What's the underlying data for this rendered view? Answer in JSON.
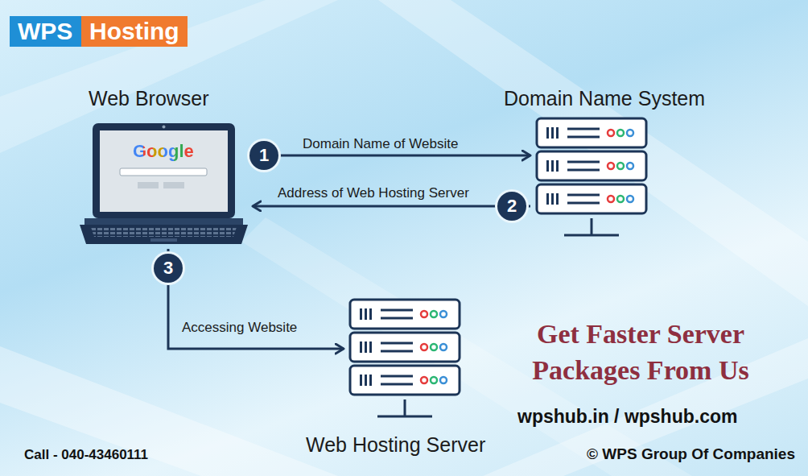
{
  "diagram": {
    "nodes": [
      {
        "text": [
          "WPS"
        ]
      },
      {
        "text": [
          "Hosting"
        ]
      },
      {
        "text": [
          "Web Browser",
          "Google"
        ]
      },
      {
        "text": [
          "Domain Name System"
        ]
      },
      {
        "text": [
          "Web Hosting Server"
        ]
      }
    ],
    "edges": [
      {
        "from": 2,
        "to": 3,
        "label": "Domain Name of Website",
        "arrow": "to"
      },
      {
        "from": 3,
        "to": 2,
        "label": "Address of Web Hosting Server",
        "arrow": "to"
      },
      {
        "from": 2,
        "to": 4,
        "label": "Accessing Website",
        "arrow": "to"
      }
    ],
    "labels": [
      "1",
      "2",
      "3",
      "Get Faster Server Packages From Us",
      "wpshub.in / wpshub.com",
      "Call - 040-43460111",
      "© WPS Group Of Companies"
    ]
  }
}
